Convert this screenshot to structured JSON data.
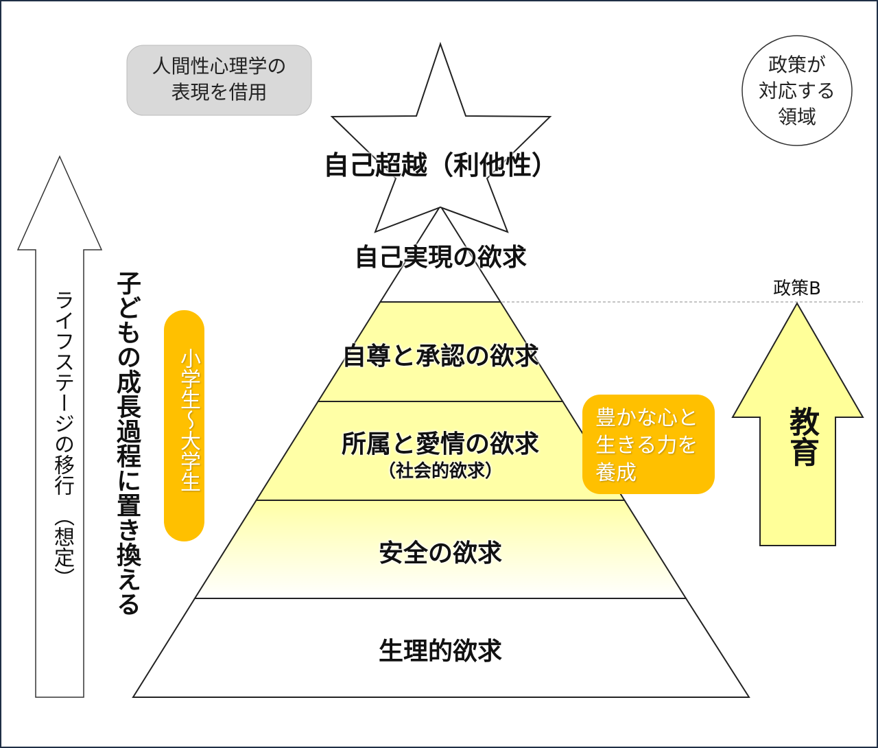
{
  "note_box": "人間性心理学の\n表現を借用",
  "policy_circle": "政策が\n対応する\n領域",
  "star_label": "自己超越（利他性）",
  "levels": {
    "self_actualization": "自己実現の欲求",
    "esteem": "自尊と承認の欲求",
    "belonging": "所属と愛情の欲求",
    "belonging_sub": "（社会的欲求）",
    "safety": "安全の欲求",
    "physiological": "生理的欲求"
  },
  "policy_b": "政策B",
  "education": "教育",
  "cultivate_box": "豊かな心と\n生きる力を\n養成",
  "life_stage": "ライフステージの移行　（想定）",
  "growth": "子どもの成長過程に置き換える",
  "school_pill": "小学生～大学生",
  "colors": {
    "yellow": "#FFFFA6",
    "orange": "#FFC000",
    "gray": "#D9D9D9",
    "border": "#1F2F45"
  }
}
